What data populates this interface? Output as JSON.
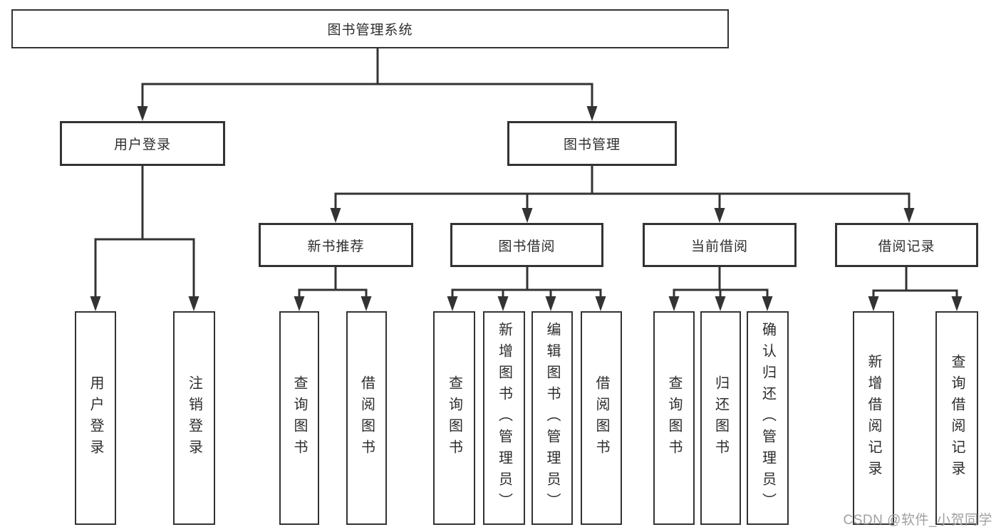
{
  "diagram": {
    "root": {
      "label": "图书管理系统"
    },
    "children": [
      {
        "label": "用户登录",
        "children": [
          "用户登录",
          "注销登录"
        ]
      },
      {
        "label": "图书管理",
        "children": [
          {
            "label": "新书推荐",
            "children": [
              "查询图书",
              "借阅图书"
            ]
          },
          {
            "label": "图书借阅",
            "children": [
              "查询图书",
              "新增图书（管理员）",
              "编辑图书（管理员）",
              "借阅图书"
            ]
          },
          {
            "label": "当前借阅",
            "children": [
              "查询图书",
              "归还图书",
              "确认归还（管理员）"
            ]
          },
          {
            "label": "借阅记录",
            "children": [
              "新增借阅记录",
              "查询借阅记录"
            ]
          }
        ]
      }
    ]
  },
  "watermark": {
    "text": "CSDN @软件_小贺同学"
  },
  "colors": {
    "line": "#333333",
    "border": "#333333",
    "text": "#2d2d2d",
    "background": "#ffffff",
    "watermark": "#a0a0a0"
  }
}
